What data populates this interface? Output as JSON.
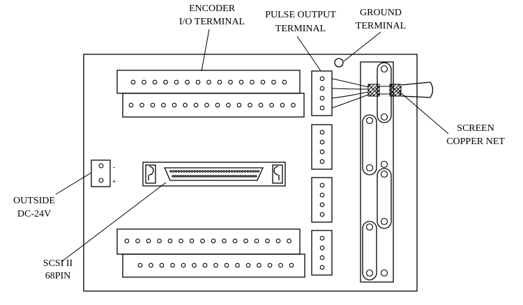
{
  "labels": {
    "encoder_line1": "ENCODER",
    "encoder_line2": "I/O TERMINAL",
    "pulse_line1": "PULSE OUTPUT",
    "pulse_line2": "TERMINAL",
    "ground_line1": "GROUND",
    "ground_line2": "TERMINAL",
    "screen_line1": "SCREEN",
    "screen_line2": "COPPER NET",
    "outside_line1": "OUTSIDE",
    "outside_line2": "DC-24V",
    "scsi_line1": "SCSI II",
    "scsi_line2": "68PIN"
  },
  "power_terminal": {
    "minus": "-",
    "plus": "+"
  }
}
